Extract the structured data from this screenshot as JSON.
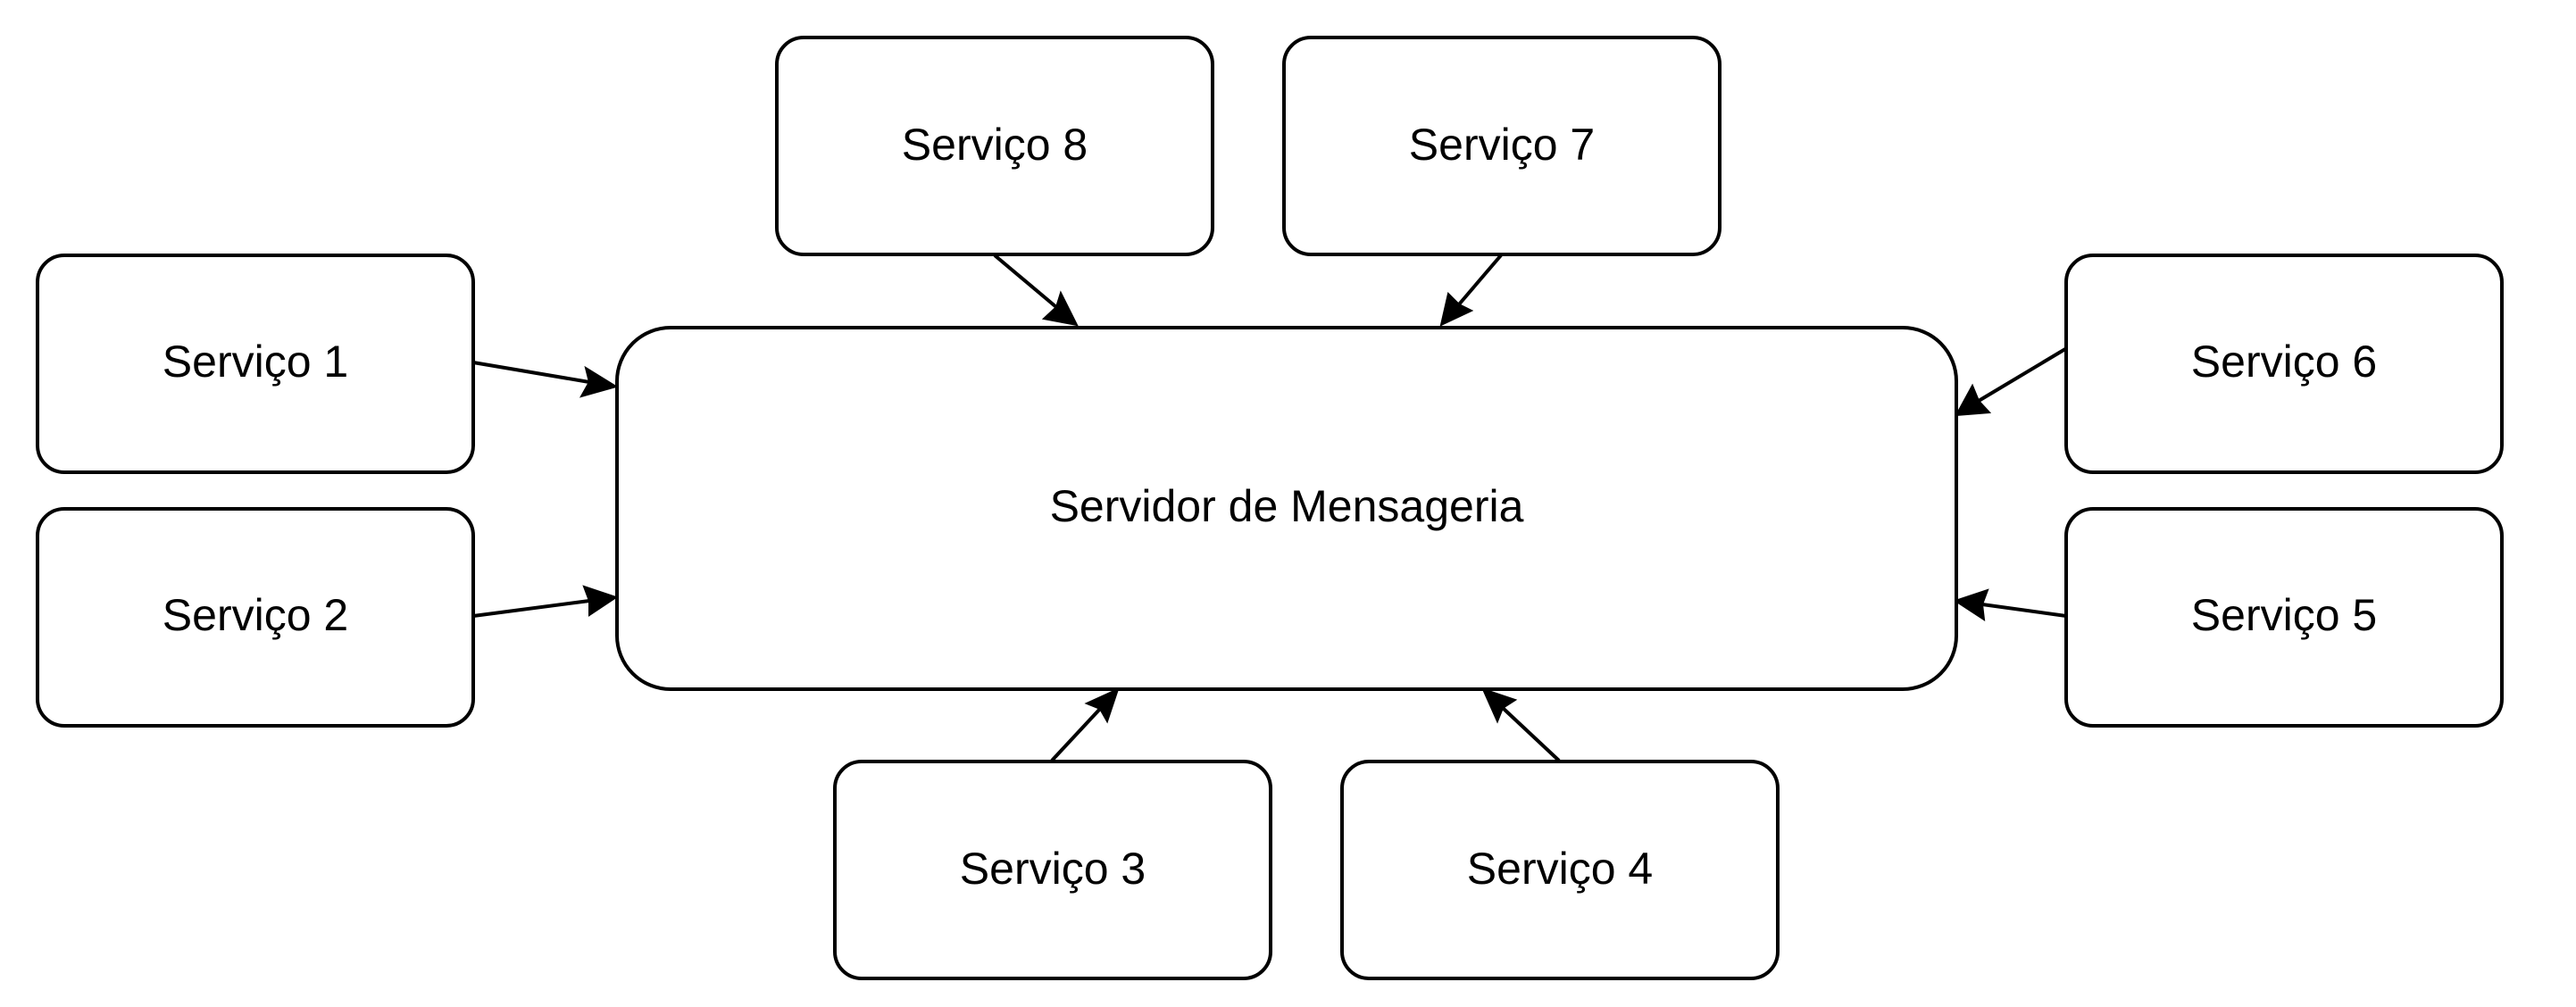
{
  "diagram": {
    "server": {
      "label": "Servidor de Mensageria"
    },
    "services": [
      {
        "id": "s1",
        "label": "Serviço 1"
      },
      {
        "id": "s2",
        "label": "Serviço 2"
      },
      {
        "id": "s3",
        "label": "Serviço 3"
      },
      {
        "id": "s4",
        "label": "Serviço 4"
      },
      {
        "id": "s5",
        "label": "Serviço 5"
      },
      {
        "id": "s6",
        "label": "Serviço 6"
      },
      {
        "id": "s7",
        "label": "Serviço 7"
      },
      {
        "id": "s8",
        "label": "Serviço 8"
      }
    ],
    "edges": [
      {
        "from": "s1",
        "to": "server"
      },
      {
        "from": "s2",
        "to": "server"
      },
      {
        "from": "s3",
        "to": "server"
      },
      {
        "from": "s4",
        "to": "server"
      },
      {
        "from": "s5",
        "to": "server"
      },
      {
        "from": "s6",
        "to": "server"
      },
      {
        "from": "s7",
        "to": "server"
      },
      {
        "from": "s8",
        "to": "server"
      }
    ]
  }
}
